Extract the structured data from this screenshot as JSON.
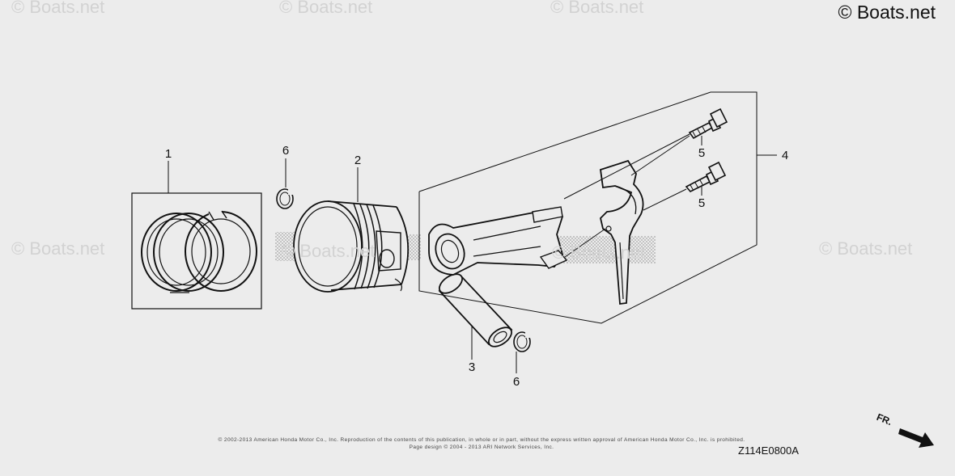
{
  "watermarks": [
    "© Boats.net",
    "© Boats.net",
    "© Boats.net",
    "© Boats.net",
    "© Boats.net",
    "© Boats.net",
    "© Boats.net"
  ],
  "brand": "© Boats.net",
  "callouts": {
    "c1": "1",
    "c2": "2",
    "c3": "3",
    "c4": "4",
    "c5a": "5",
    "c5b": "5",
    "c6a": "6",
    "c6b": "6"
  },
  "footer": {
    "legal_line1": "© 2002-2013 American Honda Motor Co., Inc. Reproduction of the contents of this publication, in whole or in part, without the express written approval of American Honda Motor Co., Inc. is prohibited.",
    "legal_line2": "Page design © 2004 - 2013 ARI Network Services, Inc.",
    "diagram_code": "Z114E0800A",
    "direction_label": "FR."
  },
  "colors": {
    "line": "#111111",
    "background": "#ececec",
    "watermark": "#d2d2d2"
  }
}
